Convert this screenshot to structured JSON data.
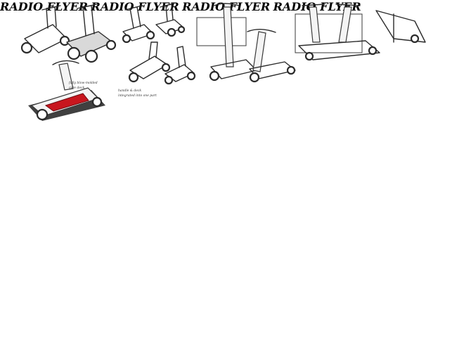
{
  "sheet": {
    "title": "",
    "brand_text": "RADIO FLYER",
    "colors": {
      "accent_red": "#c8161e",
      "ink": "#2b2b2b",
      "paper": "#ffffff"
    }
  },
  "annotations": [
    {
      "id": "note-a",
      "text": "fully blow-molded"
    },
    {
      "id": "note-b",
      "text": "core deck"
    },
    {
      "id": "note-c",
      "text": "handle & deck"
    },
    {
      "id": "note-d",
      "text": "integrated into one part"
    }
  ]
}
